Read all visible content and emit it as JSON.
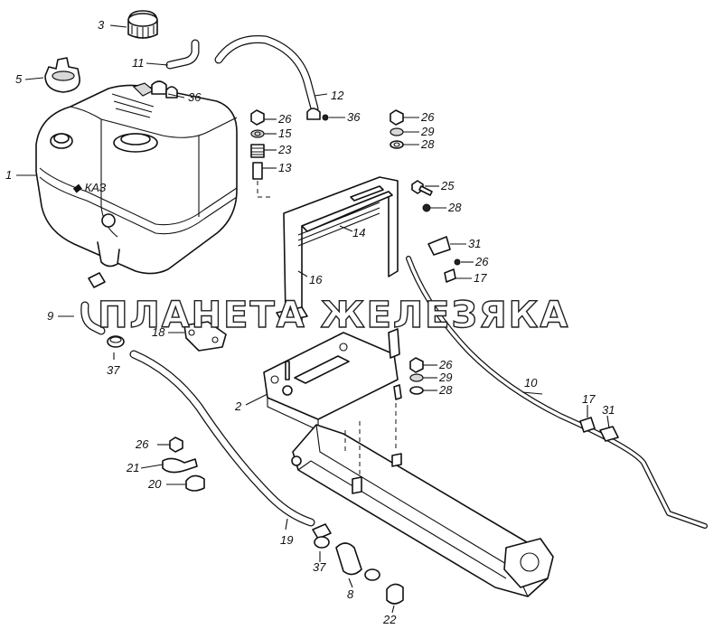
{
  "callouts": [
    {
      "id": "c-3",
      "text": "3"
    },
    {
      "id": "c-11",
      "text": "11"
    },
    {
      "id": "c-5",
      "text": "5"
    },
    {
      "id": "c-36a",
      "text": "36"
    },
    {
      "id": "c-12",
      "text": "12"
    },
    {
      "id": "c-26a",
      "text": "26"
    },
    {
      "id": "c-15",
      "text": "15"
    },
    {
      "id": "c-23",
      "text": "23"
    },
    {
      "id": "c-13",
      "text": "13"
    },
    {
      "id": "c-36b",
      "text": "36"
    },
    {
      "id": "c-26b",
      "text": "26"
    },
    {
      "id": "c-29a",
      "text": "29"
    },
    {
      "id": "c-28a",
      "text": "28"
    },
    {
      "id": "c-1",
      "text": "1"
    },
    {
      "id": "c-25",
      "text": "25"
    },
    {
      "id": "c-28b",
      "text": "28"
    },
    {
      "id": "c-14",
      "text": "14"
    },
    {
      "id": "c-31a",
      "text": "31"
    },
    {
      "id": "c-26c",
      "text": "26"
    },
    {
      "id": "c-17a",
      "text": "17"
    },
    {
      "id": "c-16",
      "text": "16"
    },
    {
      "id": "c-9",
      "text": "9"
    },
    {
      "id": "c-18",
      "text": "18"
    },
    {
      "id": "c-37a",
      "text": "37"
    },
    {
      "id": "c-26d",
      "text": "26"
    },
    {
      "id": "c-29b",
      "text": "29"
    },
    {
      "id": "c-28c",
      "text": "28"
    },
    {
      "id": "c-2",
      "text": "2"
    },
    {
      "id": "c-10",
      "text": "10"
    },
    {
      "id": "c-17b",
      "text": "17"
    },
    {
      "id": "c-31b",
      "text": "31"
    },
    {
      "id": "c-26e",
      "text": "26"
    },
    {
      "id": "c-21",
      "text": "21"
    },
    {
      "id": "c-20",
      "text": "20"
    },
    {
      "id": "c-19",
      "text": "19"
    },
    {
      "id": "c-37b",
      "text": "37"
    },
    {
      "id": "c-8",
      "text": "8"
    },
    {
      "id": "c-22",
      "text": "22"
    }
  ],
  "watermark": "ПЛАНЕТА ЖЕЛЕЗЯКА"
}
